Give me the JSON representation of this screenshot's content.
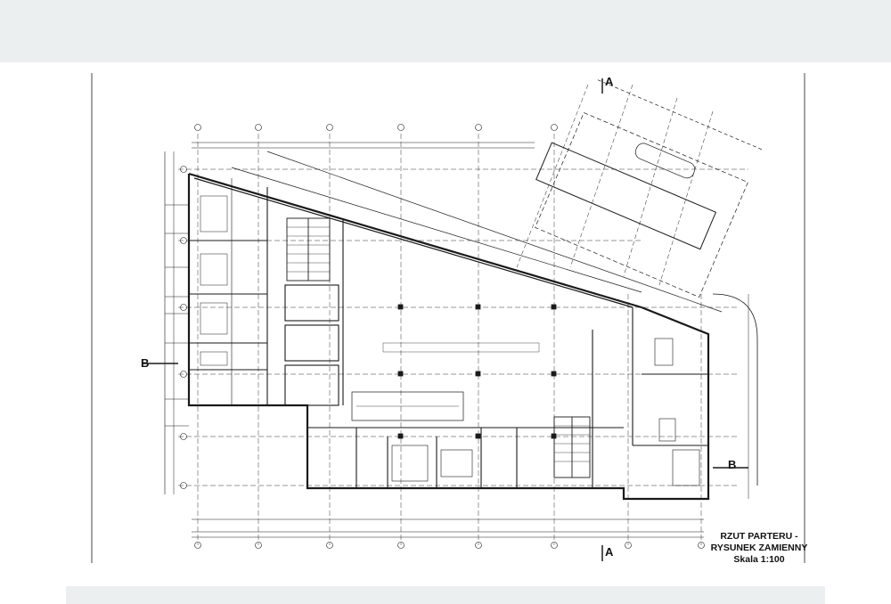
{
  "title": {
    "line1": "RZUT PARTERU -",
    "line2": "RYSUNEK ZAMIENNY",
    "scale": "Skala 1:100"
  },
  "section_marks": {
    "a_top": "A",
    "a_bottom": "A",
    "b_left": "B",
    "b_right": "B"
  },
  "colors": {
    "line": "#1a1a1a",
    "background": "#ffffff",
    "frame_bar": "#eceff0"
  }
}
